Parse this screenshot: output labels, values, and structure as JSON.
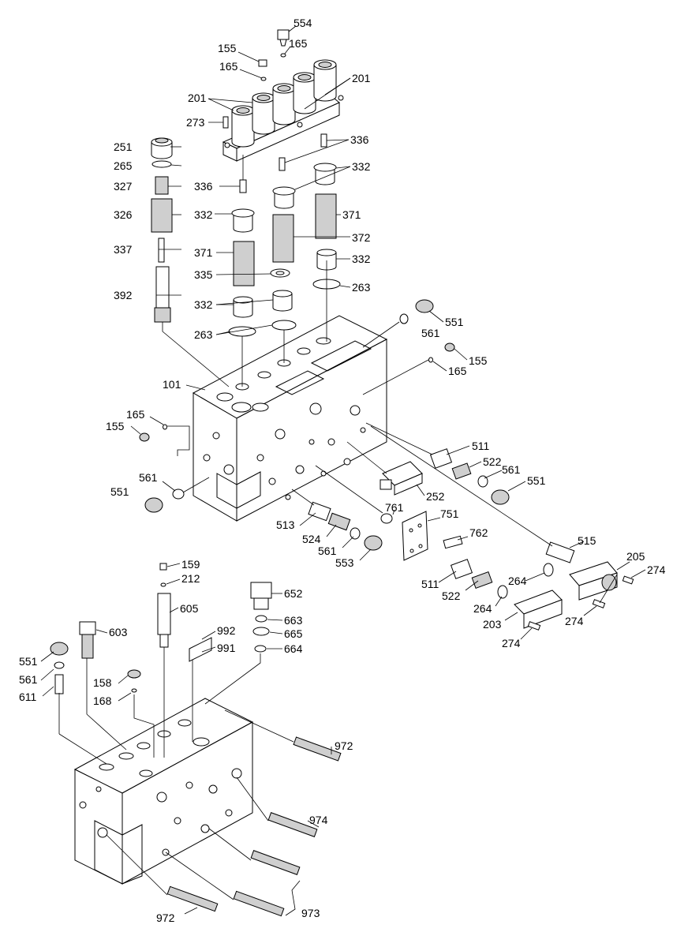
{
  "labels": {
    "p554": "554",
    "p155a": "155",
    "p165a": "165",
    "p165b": "165",
    "p201a": "201",
    "p201b": "201",
    "p273": "273",
    "p336a": "336",
    "p336b": "336",
    "p251": "251",
    "p265": "265",
    "p327": "327",
    "p326": "326",
    "p332a": "332",
    "p332b": "332",
    "p332c": "332",
    "p332d": "332",
    "p371a": "371",
    "p371b": "371",
    "p372": "372",
    "p337": "337",
    "p335": "335",
    "p392": "392",
    "p263a": "263",
    "p263b": "263",
    "p551a": "551",
    "p561a": "561",
    "p155b": "155",
    "p165c": "165",
    "p101": "101",
    "p165d": "165",
    "p155c": "155",
    "p561b": "561",
    "p551b": "551",
    "p511a": "511",
    "p522a": "522",
    "p561c": "561",
    "p551c": "551",
    "p252": "252",
    "p761": "761",
    "p751": "751",
    "p513": "513",
    "p524": "524",
    "p561d": "561",
    "p553": "553",
    "p762": "762",
    "p515": "515",
    "p205": "205",
    "p274a": "274",
    "p264a": "264",
    "p511b": "511",
    "p522b": "522",
    "p264b": "264",
    "p274b": "274",
    "p203": "203",
    "p274c": "274",
    "p159": "159",
    "p212": "212",
    "p652": "652",
    "p605": "605",
    "p663": "663",
    "p665": "665",
    "p664": "664",
    "p992": "992",
    "p991": "991",
    "p551d": "551",
    "p603": "603",
    "p561e": "561",
    "p611": "611",
    "p158": "158",
    "p168": "168",
    "p972a": "972",
    "p974": "974",
    "p972b": "972",
    "p973": "973"
  }
}
